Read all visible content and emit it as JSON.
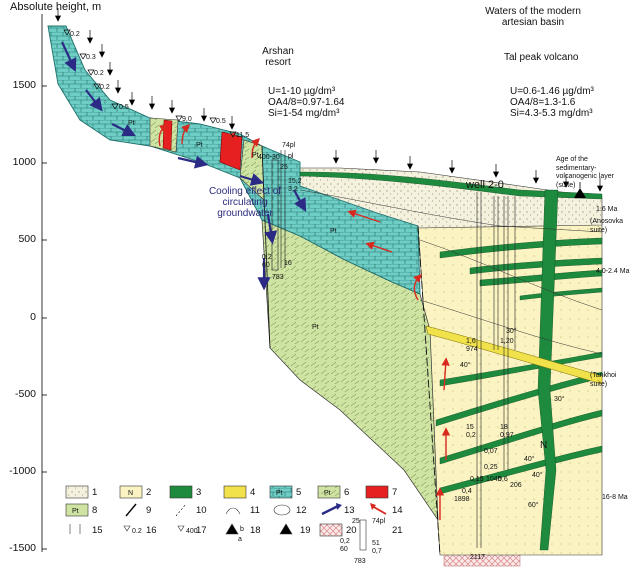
{
  "y_axis": {
    "title": "Absolute height, m",
    "ticks": [
      "1500",
      "1000",
      "500",
      "0",
      "-500",
      "-1000",
      "-1500"
    ]
  },
  "sites": {
    "arshan": "Arshan resort",
    "arshan_u": "U=1-10 µg/dm³",
    "arshan_oa": "OA4/8=0.97-1.64",
    "arshan_si": "Si=1-54 mg/dm³",
    "basin": "Waters of the modern artesian basin",
    "tal": "Tal peak volcano",
    "tal_u": "U=0.6-1.46 µg/dm³",
    "tal_oa": "OA4/8=1.3-1.6",
    "tal_si": "Si=4.3-5.3 mg/dm³",
    "cooling": "Cooling effect of circulating groundwater",
    "well": "well 2-0"
  },
  "ages": {
    "header": "Age of the sedimentary-volcanogenic layer (suite)",
    "a1": "1.6 Ma",
    "a2": "(Anosovka suite)",
    "a3": "4.0-2.4 Ma",
    "a4": "(Tankhoi suite)",
    "a5": "16-8 Ma"
  },
  "labels": {
    "springs": [
      "0.2",
      "0.3",
      "0.2",
      "0.2",
      "0.5",
      "9,0",
      "0.5",
      "11,5"
    ],
    "pt": [
      "Pt",
      "Pt",
      "Pt",
      "Pt",
      "Pt"
    ],
    "n": "N",
    "well_top": [
      "400-30",
      "74pl",
      "25",
      "pl"
    ],
    "well_mid": [
      "15,2",
      "3,2",
      "0,2",
      "60",
      "16"
    ],
    "well_bottom": "783",
    "deep_well": [
      "1,6",
      "974",
      "1,20",
      "15",
      "0,2",
      "18",
      "0,97",
      "0,07",
      "0,25",
      "0,15",
      "1045",
      "0,6",
      "206",
      "0,4",
      "1898",
      "2117"
    ],
    "dips": [
      "30°",
      "40°",
      "30°",
      "40°",
      "40°",
      "60°"
    ]
  },
  "legend": {
    "numbers": [
      "1",
      "2",
      "3",
      "4",
      "5",
      "6",
      "7",
      "8",
      "9",
      "10",
      "11",
      "12",
      "13",
      "14",
      "15",
      "16",
      "17",
      "18",
      "19",
      "20",
      "21"
    ],
    "sym_texts": {
      "n2": "N",
      "pt5": "Pt",
      "pt6": "Pt",
      "pt8": "Pt",
      "s16": "0.2",
      "s17": "400",
      "s17b": "b",
      "s18": "a",
      "s21a": "25",
      "s21b": "74pl",
      "s21c": "0,2",
      "s21d": "60",
      "s21e": "51",
      "s21f": "0,7",
      "s21g": "783"
    }
  },
  "colors": {
    "basement": "#6ecec6",
    "basement_line": "#1f6f6a",
    "sediment_green": "#cfe3a3",
    "neogene": "#fbf4c2",
    "quaternary": "#f4f1df",
    "basalt": "#1e8a3e",
    "sand_yellow": "#f1e14a",
    "granite_red": "#e62020",
    "arrow_blue": "#2b2b86",
    "arrow_red": "#d9281e",
    "hatch": "#d9898a"
  }
}
